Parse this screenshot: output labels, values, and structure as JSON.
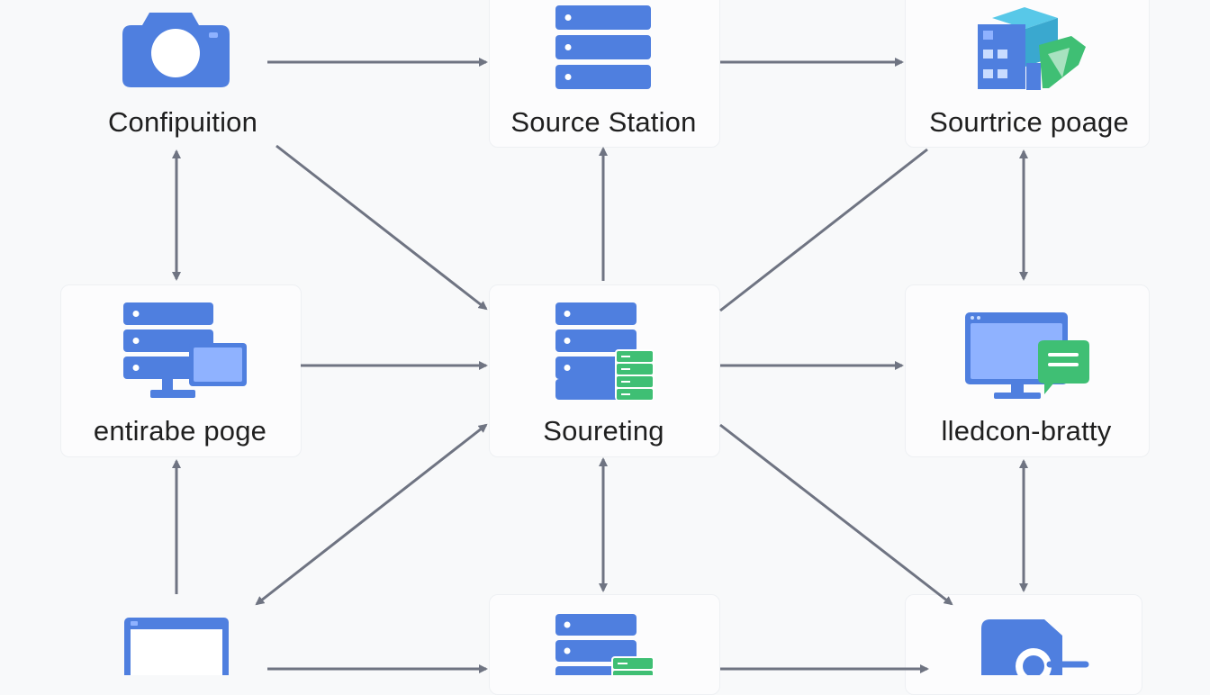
{
  "nodes": {
    "camera": {
      "label": "Confipuition",
      "icon": "camera-icon"
    },
    "source_station": {
      "label": "Source Station",
      "icon": "server-icon"
    },
    "source_page": {
      "label": "Sourtrice poage",
      "icon": "buildings-cube-icon"
    },
    "entry_page": {
      "label": "entirabe poge",
      "icon": "server-monitor-icon"
    },
    "sourcing": {
      "label": "Soureting",
      "icon": "server-database-icon"
    },
    "display": {
      "label": "lledcon-bratty",
      "icon": "monitor-chat-icon"
    },
    "bottom_left": {
      "label": "",
      "icon": "window-icon"
    },
    "bottom_center": {
      "label": "",
      "icon": "server-database-icon"
    },
    "bottom_right": {
      "label": "",
      "icon": "search-folder-icon"
    }
  },
  "colors": {
    "blue": "#4f7fdf",
    "blue_light": "#8fb2ff",
    "green": "#3fbf74",
    "cyan": "#58c8e8",
    "arrow": "#6f7482",
    "background": "#f8f9fa"
  }
}
